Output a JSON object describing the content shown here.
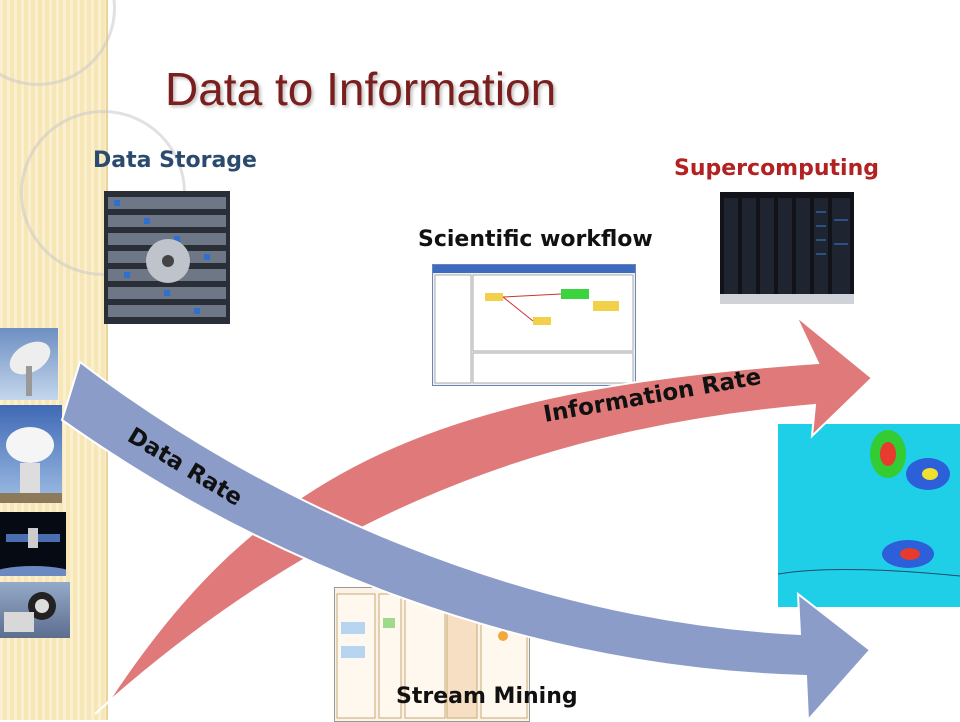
{
  "slide": {
    "title": "Data to Information",
    "labels": {
      "data_storage": "Data Storage",
      "supercomputing": "Supercomputing",
      "scientific_workflow": "Scientific workflow",
      "stream_mining": "Stream Mining"
    },
    "arrows": {
      "information_rate": "Information Rate",
      "data_rate": "Data Rate"
    }
  },
  "colors": {
    "title": "#7a1e1e",
    "data_storage_label": "#2c4a70",
    "supercomputing_label": "#b22222",
    "information_arrow": "#e07a7a",
    "data_arrow": "#8b9cc9",
    "side_strip": "#f7e6b6"
  },
  "images": [
    "server-rack-icon",
    "supercomputer-icon",
    "workflow-screenshot-icon",
    "radar-map-icon",
    "radio-telescope-icon",
    "satellite-icon",
    "stream-diagram-icon"
  ]
}
